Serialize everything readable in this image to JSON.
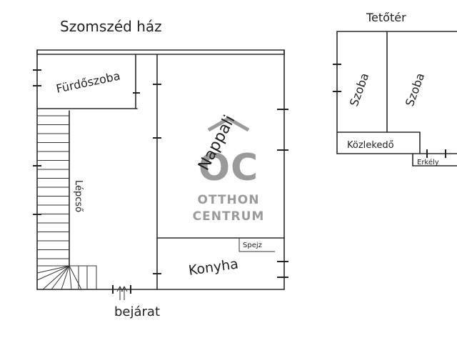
{
  "floor_plan": {
    "labels": {
      "neighbor_house": "Szomszéd ház",
      "attic": "Tetőtér",
      "bathroom": "Fürdőszoba",
      "living_room": "Nappali",
      "stairs": "Lépcső",
      "kitchen": "Konyha",
      "pantry": "Spejz",
      "entrance": "bejárat",
      "room_1": "Szoba",
      "room_2": "Szoba",
      "corridor": "Közlekedő",
      "balcony": "Erkély"
    }
  },
  "watermark": {
    "logo_letters": "OC",
    "line1": "OTTHON",
    "line2": "CENTRUM",
    "color": "#9a9a9a"
  }
}
